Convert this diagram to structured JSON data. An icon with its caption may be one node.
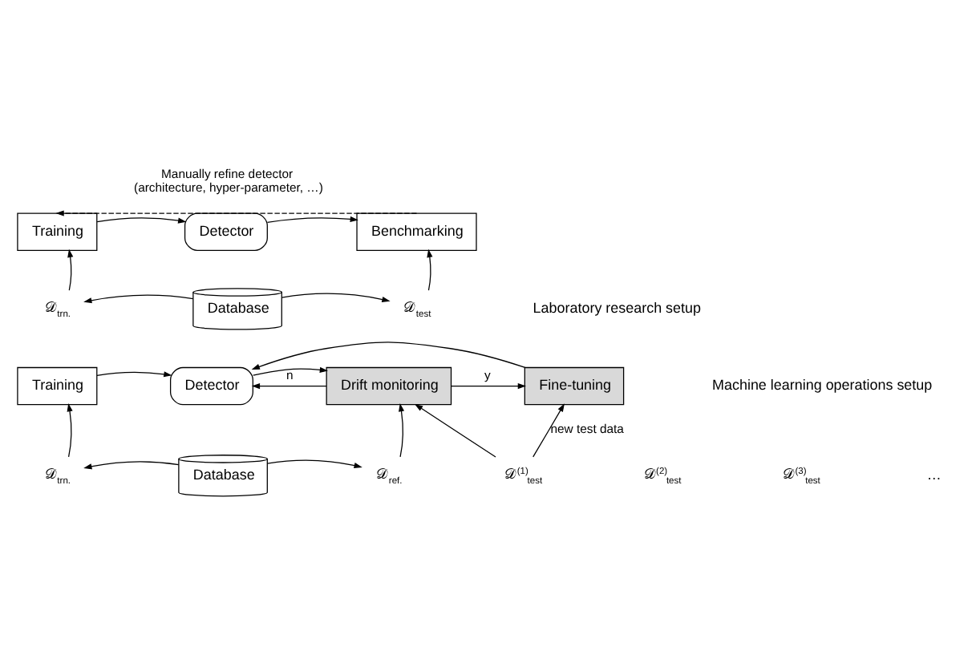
{
  "diagram": {
    "nodes": [
      {
        "text": [
          "Training"
        ]
      },
      {
        "text": [
          "Detector"
        ]
      },
      {
        "text": [
          "Benchmarking"
        ]
      },
      {
        "text": [
          "𝒟$_{trn.}$"
        ]
      },
      {
        "text": [
          "Database"
        ]
      },
      {
        "text": [
          "𝒟$_{test}$"
        ]
      },
      {
        "text": [
          "Training"
        ]
      },
      {
        "text": [
          "Detector"
        ]
      },
      {
        "text": [
          "Drift monitoring"
        ]
      },
      {
        "text": [
          "Fine-tuning"
        ]
      },
      {
        "text": [
          "𝒟$_{trn.}$"
        ]
      },
      {
        "text": [
          "Database"
        ]
      },
      {
        "text": [
          "𝒟$_{ref.}$"
        ]
      },
      {
        "text": [
          "𝒟$^{(1)}$$_{test}$"
        ]
      },
      {
        "text": [
          "𝒟$^{(2)}$$_{test}$"
        ]
      },
      {
        "text": [
          "𝒟$^{(3)}$$_{test}$"
        ]
      }
    ],
    "edges": [
      {
        "from": 0,
        "to": 1,
        "arrow": "to"
      },
      {
        "from": 1,
        "to": 2,
        "arrow": "to"
      },
      {
        "from": 2,
        "to": 0,
        "arrow": "to",
        "style": "dashed",
        "label": "Manually refine detector (architecture, hyper-parameter, …)"
      },
      {
        "from": 3,
        "to": 0,
        "arrow": "to"
      },
      {
        "from": 5,
        "to": 2,
        "arrow": "to"
      },
      {
        "from": 4,
        "to": 3,
        "arrow": "to"
      },
      {
        "from": 4,
        "to": 5,
        "arrow": "to"
      },
      {
        "from": 6,
        "to": 7,
        "arrow": "to"
      },
      {
        "from": 7,
        "to": 8,
        "arrow": "to"
      },
      {
        "from": 8,
        "to": 9,
        "arrow": "to",
        "label": "y"
      },
      {
        "from": 8,
        "to": 7,
        "arrow": "to",
        "label": "n"
      },
      {
        "from": 9,
        "to": 7,
        "arrow": "to"
      },
      {
        "from": 10,
        "to": 6,
        "arrow": "to"
      },
      {
        "from": 11,
        "to": 10,
        "arrow": "to"
      },
      {
        "from": 11,
        "to": 12,
        "arrow": "to"
      },
      {
        "from": 12,
        "to": 8,
        "arrow": "to"
      },
      {
        "from": 13,
        "to": 8,
        "arrow": "to"
      },
      {
        "from": 13,
        "to": 9,
        "arrow": "to",
        "label": "new test data"
      }
    ],
    "labels": [
      "Laboratory research setup",
      "Machine learning operations setup",
      "…"
    ]
  }
}
